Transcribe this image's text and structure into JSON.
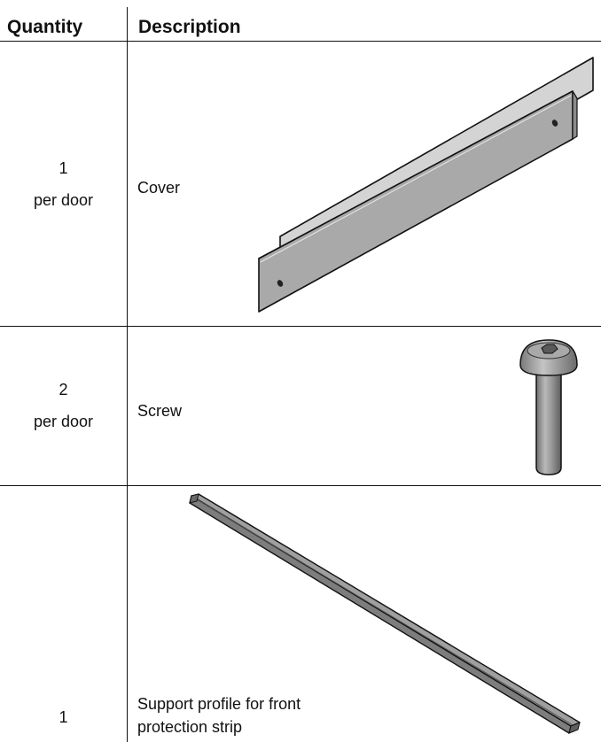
{
  "header": {
    "quantity": "Quantity",
    "description": "Description"
  },
  "rows": [
    {
      "quantity": "1",
      "unit": "per door",
      "description": "Cover",
      "illustration": "cover-profile-icon"
    },
    {
      "quantity": "2",
      "unit": "per door",
      "description": "Screw",
      "illustration": "screw-icon"
    },
    {
      "quantity": "1",
      "unit": "",
      "description_lines": [
        "Support profile for front",
        "protection strip"
      ],
      "illustration": "support-profile-icon"
    }
  ],
  "colors": {
    "metal_light": "#c9c9c9",
    "metal_mid": "#a8a8a8",
    "metal_dark": "#7e7e7e",
    "line": "#111111"
  }
}
